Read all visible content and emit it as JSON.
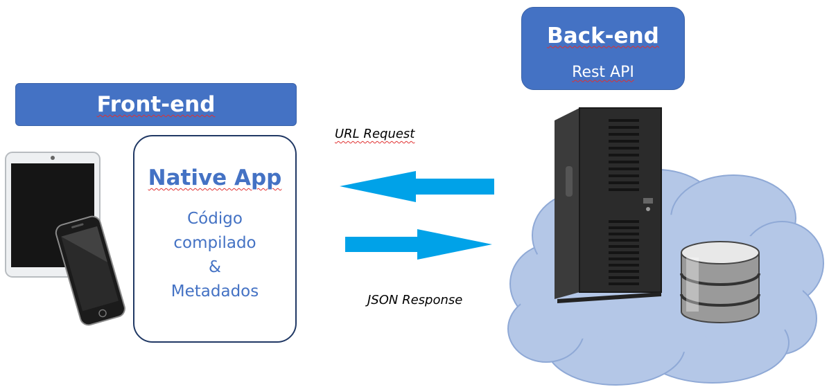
{
  "frontend": {
    "title": "Front-end"
  },
  "backend": {
    "title": "Back-end",
    "subtitle": "Rest API"
  },
  "native_app": {
    "title": "Native App",
    "description_lines": [
      "Código",
      "compilado",
      "&",
      "Metadados"
    ]
  },
  "flows": {
    "request_label": "URL Request",
    "response_label": "JSON Response"
  },
  "icons": {
    "tablet": "tablet-icon",
    "phone": "smartphone-icon",
    "server": "server-tower-icon",
    "database": "database-icon",
    "cloud": "cloud-icon"
  },
  "colors": {
    "banner": "#4472c4",
    "text_blue": "#4472c4",
    "box_border": "#203864",
    "arrow": "#00a2e8",
    "cloud_fill": "#b4c7e7",
    "cloud_stroke": "#8fa9d6"
  }
}
